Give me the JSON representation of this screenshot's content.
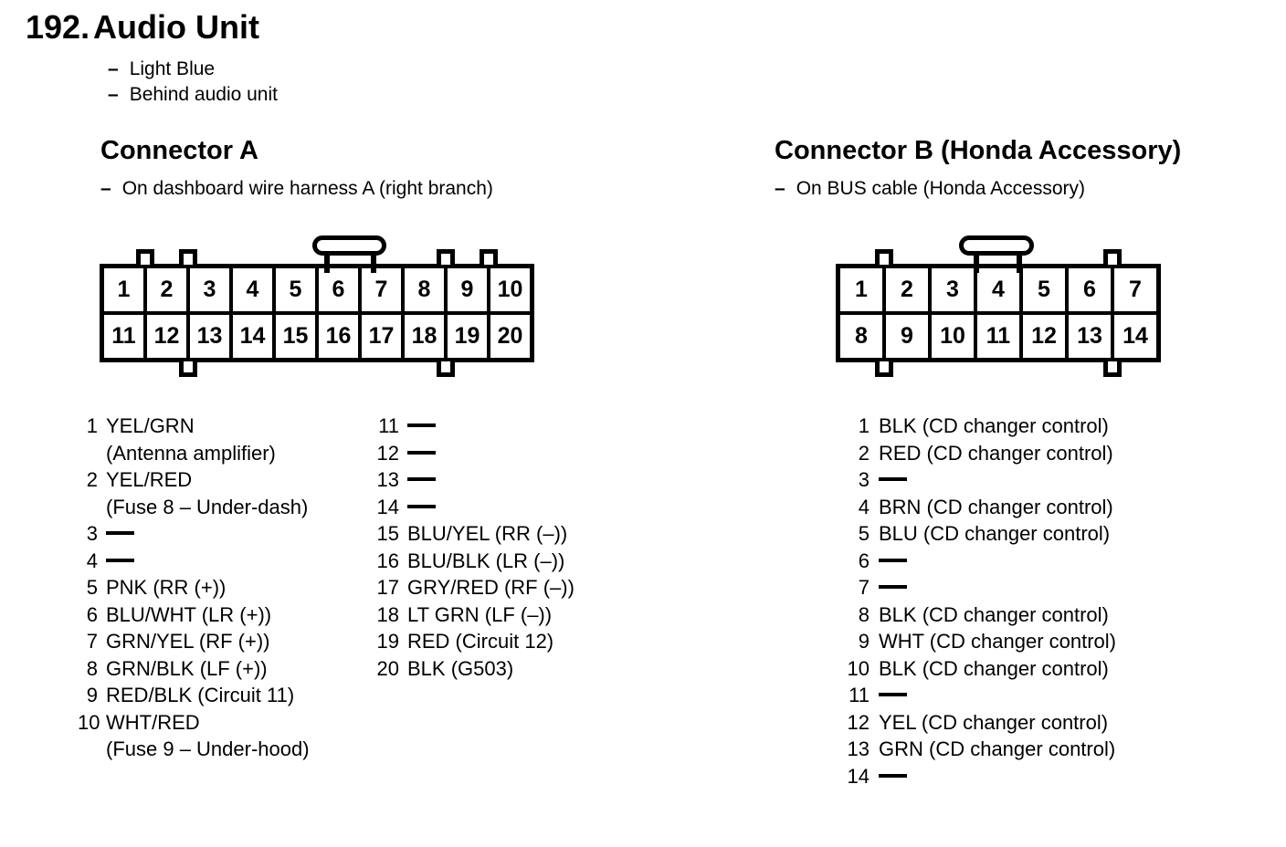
{
  "ui": {
    "dash": "–"
  },
  "colors": {
    "ink": "#000000",
    "paper": "#ffffff"
  },
  "header": {
    "number": "192.",
    "title": "Audio Unit",
    "notes": [
      "Light Blue",
      "Behind audio unit"
    ]
  },
  "connector_a": {
    "heading": "Connector A",
    "subtitle": "On dashboard wire harness A (right branch)",
    "grid": [
      [
        "1",
        "2",
        "3",
        "4",
        "5",
        "6",
        "7",
        "8",
        "9",
        "10"
      ],
      [
        "11",
        "12",
        "13",
        "14",
        "15",
        "16",
        "17",
        "18",
        "19",
        "20"
      ]
    ],
    "pins_left": [
      {
        "num": "1",
        "label": "YEL/GRN",
        "note": "(Antenna amplifier)"
      },
      {
        "num": "2",
        "label": "YEL/RED",
        "note": "(Fuse 8 – Under-dash)"
      },
      {
        "num": "3",
        "label": ""
      },
      {
        "num": "4",
        "label": ""
      },
      {
        "num": "5",
        "label": "PNK (RR (+))"
      },
      {
        "num": "6",
        "label": "BLU/WHT (LR (+))"
      },
      {
        "num": "7",
        "label": "GRN/YEL (RF (+))"
      },
      {
        "num": "8",
        "label": "GRN/BLK (LF (+))"
      },
      {
        "num": "9",
        "label": "RED/BLK (Circuit 11)"
      },
      {
        "num": "10",
        "label": "WHT/RED",
        "note": "(Fuse 9 – Under-hood)"
      }
    ],
    "pins_right": [
      {
        "num": "11",
        "label": ""
      },
      {
        "num": "12",
        "label": ""
      },
      {
        "num": "13",
        "label": ""
      },
      {
        "num": "14",
        "label": ""
      },
      {
        "num": "15",
        "label": "BLU/YEL (RR (–))"
      },
      {
        "num": "16",
        "label": "BLU/BLK (LR (–))"
      },
      {
        "num": "17",
        "label": "GRY/RED (RF (–))"
      },
      {
        "num": "18",
        "label": "LT GRN (LF (–))"
      },
      {
        "num": "19",
        "label": "RED (Circuit 12)"
      },
      {
        "num": "20",
        "label": "BLK (G503)"
      }
    ]
  },
  "connector_b": {
    "heading": "Connector B (Honda Accessory)",
    "subtitle": "On BUS cable (Honda Accessory)",
    "grid": [
      [
        "1",
        "2",
        "3",
        "4",
        "5",
        "6",
        "7"
      ],
      [
        "8",
        "9",
        "10",
        "11",
        "12",
        "13",
        "14"
      ]
    ],
    "pins": [
      {
        "num": "1",
        "label": "BLK (CD changer control)"
      },
      {
        "num": "2",
        "label": "RED (CD changer control)"
      },
      {
        "num": "3",
        "label": ""
      },
      {
        "num": "4",
        "label": "BRN (CD changer control)"
      },
      {
        "num": "5",
        "label": "BLU (CD changer control)"
      },
      {
        "num": "6",
        "label": ""
      },
      {
        "num": "7",
        "label": ""
      },
      {
        "num": "8",
        "label": "BLK (CD changer control)"
      },
      {
        "num": "9",
        "label": "WHT (CD changer control)"
      },
      {
        "num": "10",
        "label": "BLK (CD changer control)"
      },
      {
        "num": "11",
        "label": ""
      },
      {
        "num": "12",
        "label": "YEL (CD changer control)"
      },
      {
        "num": "13",
        "label": "GRN (CD changer control)"
      },
      {
        "num": "14",
        "label": ""
      }
    ]
  }
}
